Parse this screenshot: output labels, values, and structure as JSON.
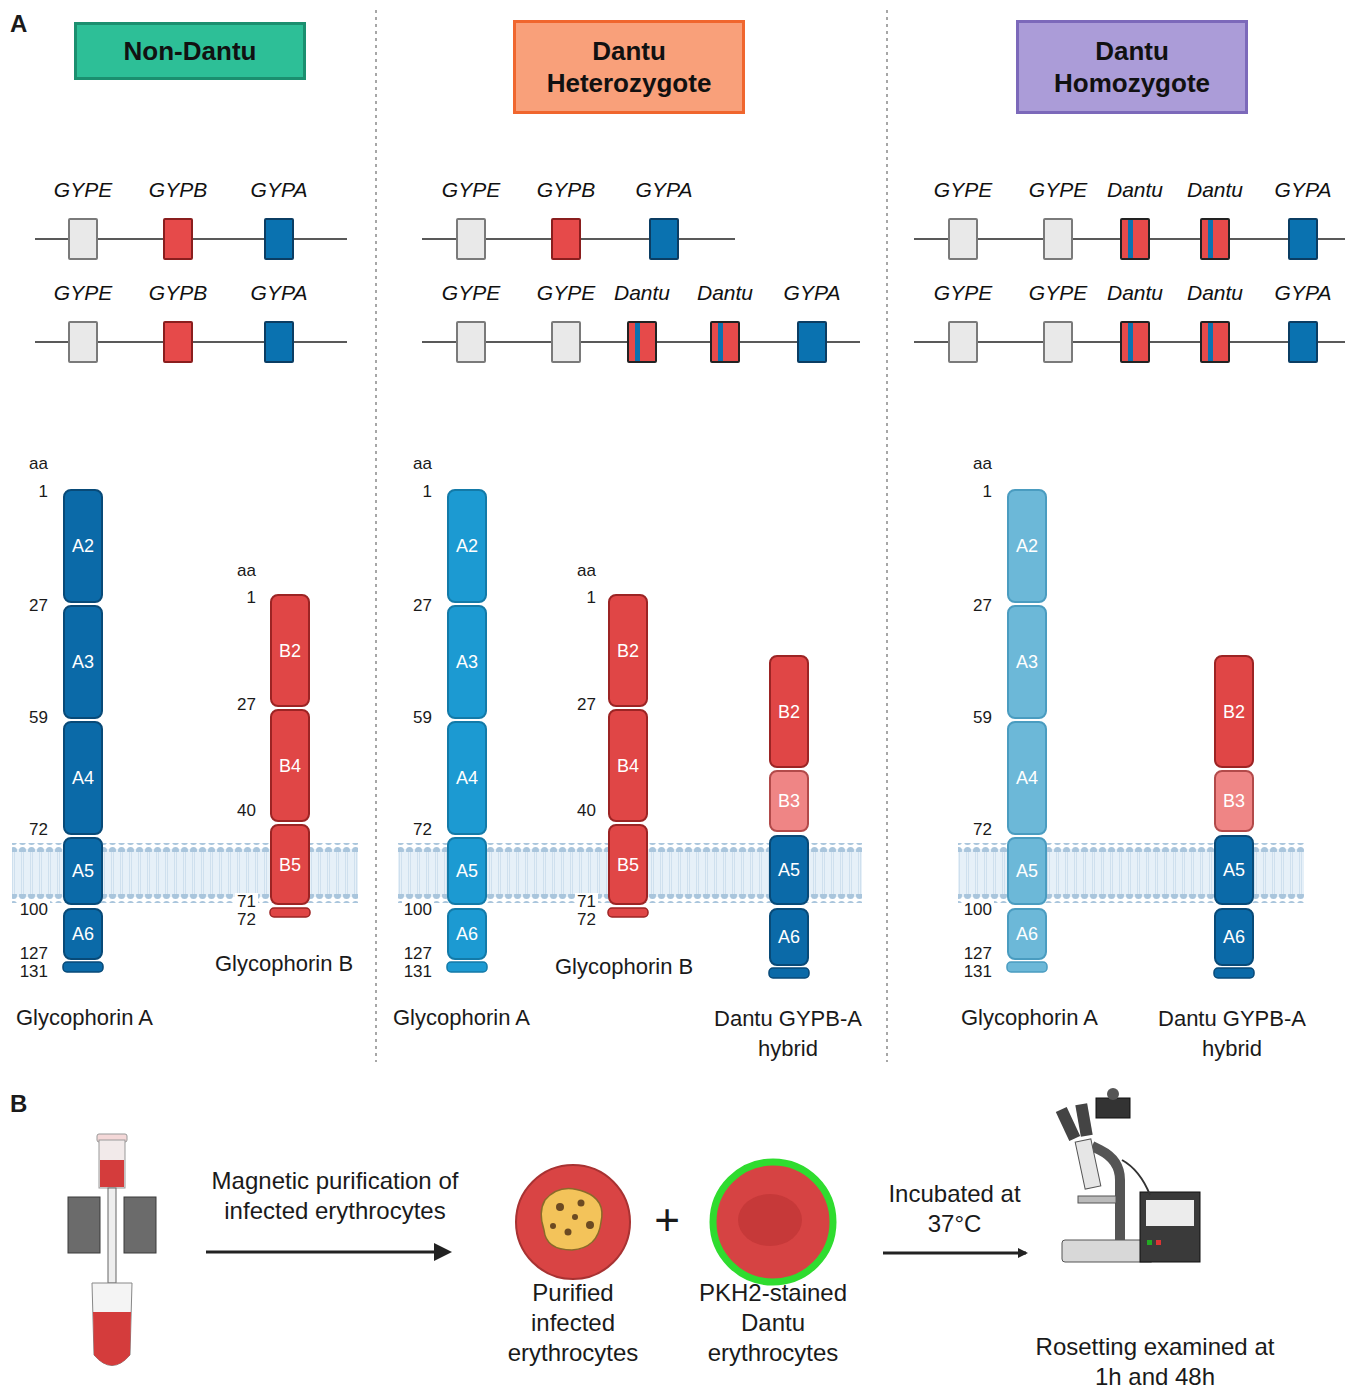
{
  "diagram": {
    "nodes": [
      {
        "text": [
          "Non-Dantu"
        ]
      },
      {
        "text": [
          "Dantu Heterozygote"
        ]
      },
      {
        "text": [
          "Dantu Homozygote"
        ]
      },
      {
        "text": [
          "GYPE"
        ]
      },
      {
        "text": [
          "GYPB"
        ]
      },
      {
        "text": [
          "GYPA"
        ]
      },
      {
        "text": [
          "GYPE"
        ]
      },
      {
        "text": [
          "GYPB"
        ]
      },
      {
        "text": [
          "GYPA"
        ]
      },
      {
        "text": [
          "GYPE"
        ]
      },
      {
        "text": [
          "GYPB"
        ]
      },
      {
        "text": [
          "GYPA"
        ]
      },
      {
        "text": [
          "GYPE"
        ]
      },
      {
        "text": [
          "GYPE"
        ]
      },
      {
        "text": [
          "Dantu"
        ]
      },
      {
        "text": [
          "Dantu"
        ]
      },
      {
        "text": [
          "GYPA"
        ]
      },
      {
        "text": [
          "GYPE"
        ]
      },
      {
        "text": [
          "GYPE"
        ]
      },
      {
        "text": [
          "Dantu"
        ]
      },
      {
        "text": [
          "Dantu"
        ]
      },
      {
        "text": [
          "GYPA"
        ]
      },
      {
        "text": [
          "GYPE"
        ]
      },
      {
        "text": [
          "GYPE"
        ]
      },
      {
        "text": [
          "Dantu"
        ]
      },
      {
        "text": [
          "Dantu"
        ]
      },
      {
        "text": [
          "GYPA"
        ]
      },
      {
        "text": [
          "A2"
        ]
      },
      {
        "text": [
          "A3"
        ]
      },
      {
        "text": [
          "A4"
        ]
      },
      {
        "text": [
          "A5"
        ]
      },
      {
        "text": [
          "A6"
        ]
      },
      {
        "text": [
          "B2"
        ]
      },
      {
        "text": [
          "B4"
        ]
      },
      {
        "text": [
          "B5"
        ]
      },
      {
        "text": [
          "A2"
        ]
      },
      {
        "text": [
          "A3"
        ]
      },
      {
        "text": [
          "A4"
        ]
      },
      {
        "text": [
          "A5"
        ]
      },
      {
        "text": [
          "A6"
        ]
      },
      {
        "text": [
          "B2"
        ]
      },
      {
        "text": [
          "B4"
        ]
      },
      {
        "text": [
          "B5"
        ]
      },
      {
        "text": [
          "B2"
        ]
      },
      {
        "text": [
          "B3"
        ]
      },
      {
        "text": [
          "A5"
        ]
      },
      {
        "text": [
          "A6"
        ]
      },
      {
        "text": [
          "A2"
        ]
      },
      {
        "text": [
          "A3"
        ]
      },
      {
        "text": [
          "A4"
        ]
      },
      {
        "text": [
          "A5"
        ]
      },
      {
        "text": [
          "A6"
        ]
      },
      {
        "text": [
          "B2"
        ]
      },
      {
        "text": [
          "B3"
        ]
      },
      {
        "text": [
          "A5"
        ]
      },
      {
        "text": [
          "A6"
        ]
      },
      {
        "text": [
          "Purified infected erythrocytes"
        ]
      },
      {
        "text": [
          "PKH2-stained Dantu erythrocytes"
        ]
      },
      {
        "text": [
          "Rosetting examined at 1h and 48h"
        ]
      }
    ],
    "edges": [
      {
        "from": 57,
        "to": 58,
        "arrow": "to",
        "label": "Incubated at 37°C"
      }
    ],
    "labels": [
      "A",
      "aa",
      "1",
      "27",
      "59",
      "72",
      "100",
      "127",
      "131",
      "aa",
      "1",
      "27",
      "40",
      "71",
      "72",
      "Glycophorin A",
      "Glycophorin B",
      "aa",
      "1",
      "27",
      "59",
      "72",
      "100",
      "127",
      "131",
      "aa",
      "1",
      "27",
      "40",
      "71",
      "72",
      "Glycophorin A",
      "Glycophorin B",
      "Dantu GYPB-A hybrid",
      "aa",
      "1",
      "27",
      "59",
      "72",
      "100",
      "127",
      "131",
      "Glycophorin A",
      "Dantu GYPB-A hybrid",
      "B",
      "Magnetic purification of infected erythrocytes",
      "+"
    ]
  }
}
